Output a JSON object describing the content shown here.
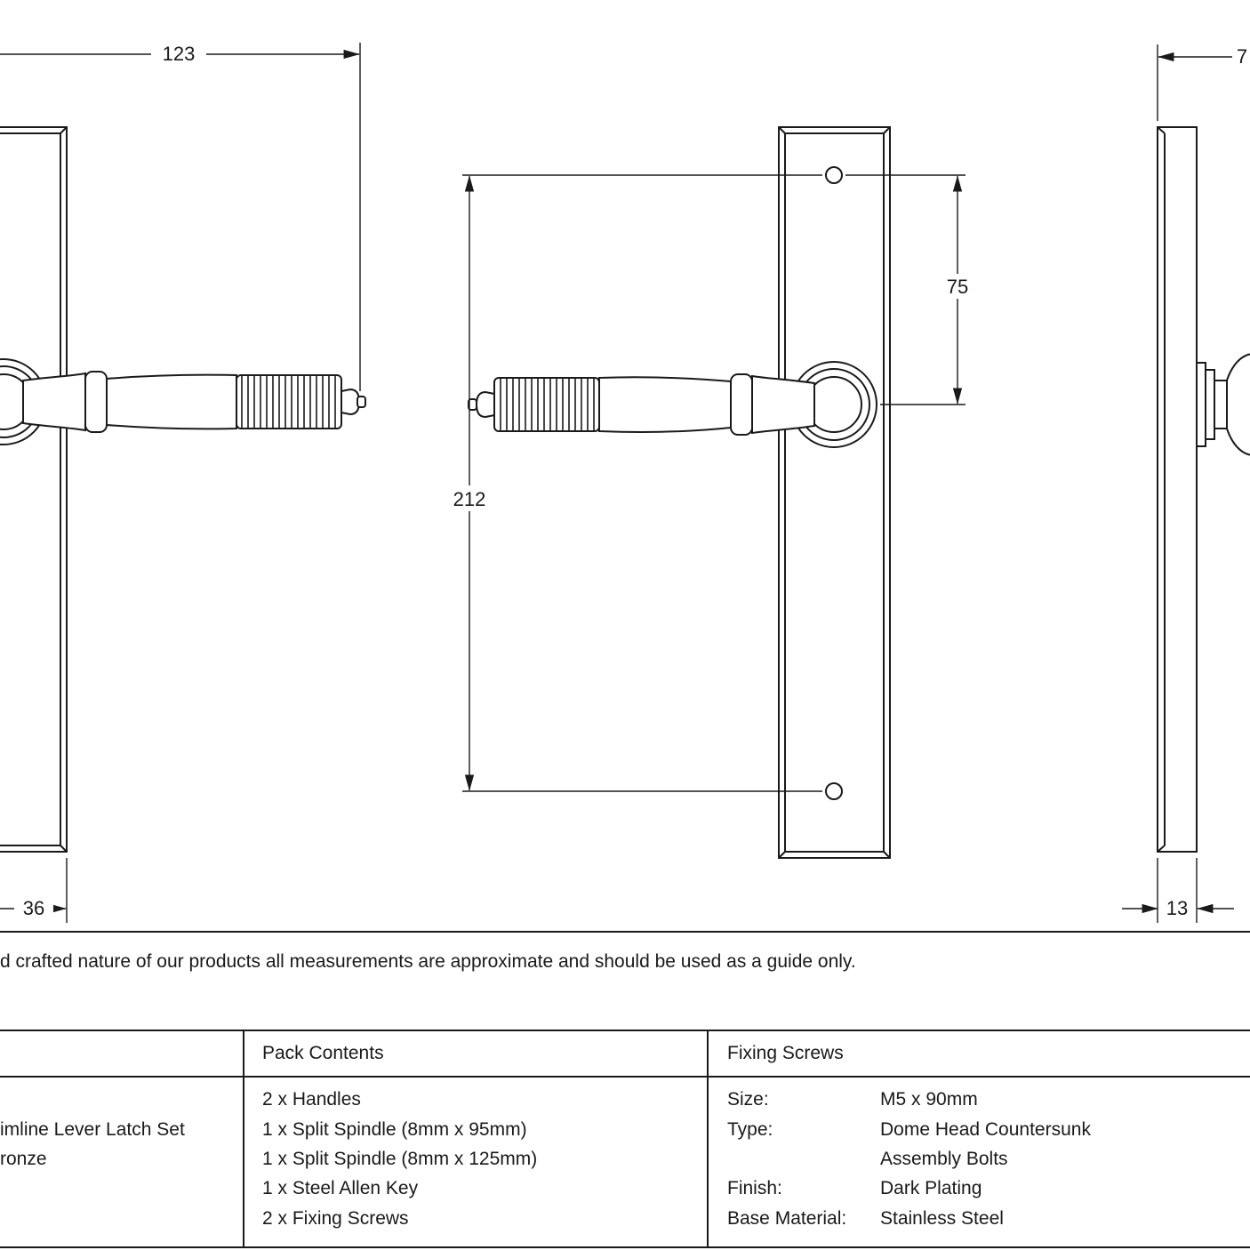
{
  "views": {
    "left": {
      "width_dim": "123",
      "plate_width_dim": "36"
    },
    "front": {
      "height_dim": "212",
      "hole_offset_dim": "75"
    },
    "side": {
      "top_dim": "7",
      "thickness_dim": "13"
    }
  },
  "disclaimer": "d crafted nature of our products all measurements are approximate and should be used as a guide only.",
  "table": {
    "product": {
      "line1": "imline Lever Latch Set",
      "line2": "ronze"
    },
    "pack_contents": {
      "header": "Pack Contents",
      "items": [
        "2 x Handles",
        "1 x Split Spindle (8mm x 95mm)",
        "1 x Split Spindle (8mm x 125mm)",
        "1 x Steel Allen Key",
        "2 x Fixing Screws"
      ]
    },
    "fixing_screws": {
      "header": "Fixing Screws",
      "rows": [
        {
          "label": "Size:",
          "value": "M5 x 90mm"
        },
        {
          "label": "Type:",
          "value": "Dome Head Countersunk"
        },
        {
          "label": "",
          "value": "Assembly Bolts"
        },
        {
          "label": "Finish:",
          "value": "Dark Plating"
        },
        {
          "label": "Base Material:",
          "value": "Stainless Steel"
        }
      ]
    }
  }
}
